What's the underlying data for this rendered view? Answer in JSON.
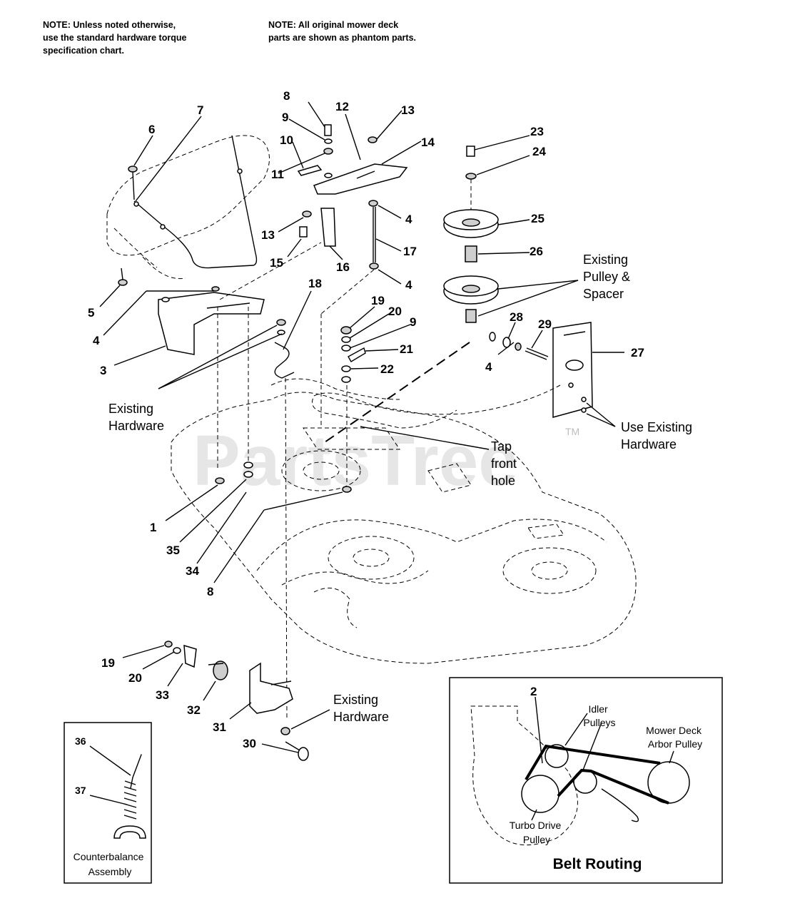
{
  "notes": {
    "left": [
      "NOTE: Unless noted otherwise,",
      "use the standard hardware torque",
      "specification chart."
    ],
    "right": [
      "NOTE: All original mower deck",
      "parts are shown as phantom parts."
    ]
  },
  "watermark": {
    "text": "PartsTree",
    "tm": "TM"
  },
  "callouts": {
    "c1": "1",
    "c2": "2",
    "c3": "3",
    "c4a": "4",
    "c4b": "4",
    "c4c": "4",
    "c4d": "4",
    "c5": "5",
    "c6": "6",
    "c7": "7",
    "c8a": "8",
    "c8b": "8",
    "c9a": "9",
    "c9b": "9",
    "c10": "10",
    "c11": "11",
    "c12": "12",
    "c13a": "13",
    "c13b": "13",
    "c14": "14",
    "c15": "15",
    "c16": "16",
    "c17": "17",
    "c18": "18",
    "c19a": "19",
    "c19b": "19",
    "c20a": "20",
    "c20b": "20",
    "c21": "21",
    "c22": "22",
    "c23": "23",
    "c24": "24",
    "c25": "25",
    "c26": "26",
    "c27": "27",
    "c28": "28",
    "c29": "29",
    "c30": "30",
    "c31": "31",
    "c32": "32",
    "c33": "33",
    "c34": "34",
    "c35": "35",
    "c36": "36",
    "c37": "37"
  },
  "labels": {
    "existing_pulley": [
      "Existing",
      "Pulley &",
      "Spacer"
    ],
    "existing_hw_left": [
      "Existing",
      "Hardware"
    ],
    "use_existing_hw": [
      "Use Existing",
      "Hardware"
    ],
    "tap_front_hole": [
      "Tap",
      "front",
      "hole"
    ],
    "existing_hw_bottom": [
      "Existing",
      "Hardware"
    ]
  },
  "counterbalance": {
    "title": [
      "Counterbalance",
      "Assembly"
    ]
  },
  "belt_routing": {
    "title": "Belt Routing",
    "idler": [
      "Idler",
      "Pulleys"
    ],
    "arbor": [
      "Mower Deck",
      "Arbor Pulley"
    ],
    "turbo": [
      "Turbo Drive",
      "Pulley"
    ]
  }
}
